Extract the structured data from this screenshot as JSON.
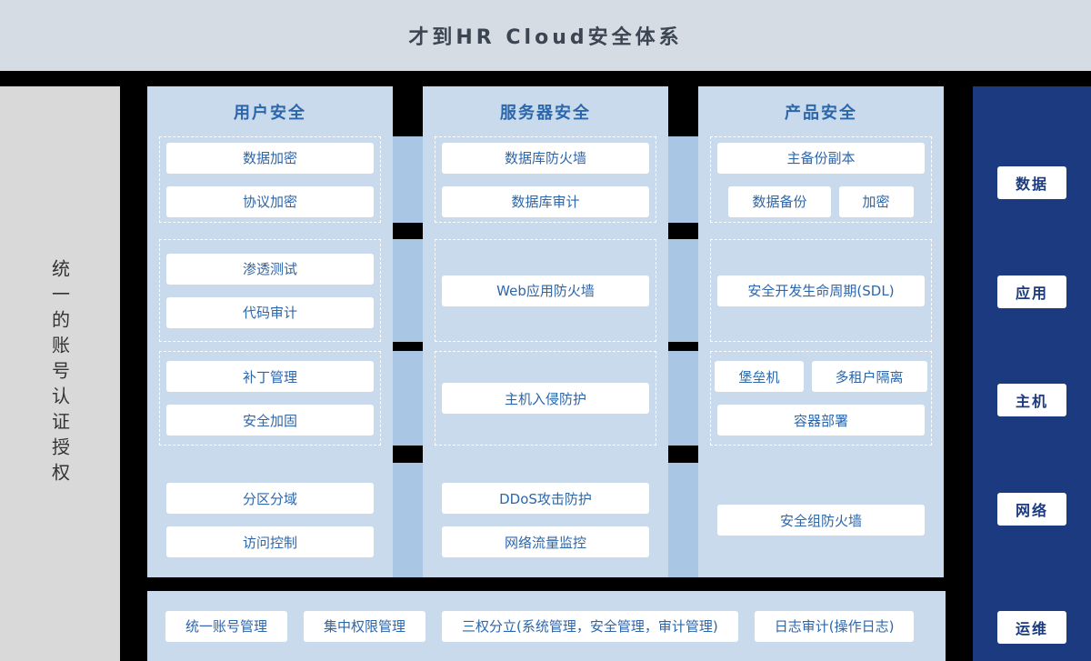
{
  "colors": {
    "page_bg": "#000000",
    "header_bg": "#d5dce4",
    "header_text": "#3c4552",
    "left_sidebar_bg": "#d9d9d9",
    "column_bg": "#c8daec",
    "connector": "#a9c7e4",
    "box_text": "#2c66ab",
    "navy": "#1b3a80"
  },
  "header": {
    "title": "才到HR Cloud安全体系"
  },
  "left_sidebar": {
    "label": "统一的账号认证授权"
  },
  "columns": [
    {
      "title": "用户安全",
      "groups": [
        {
          "dashed": true,
          "rows": [
            [
              "数据加密"
            ],
            [
              "协议加密"
            ]
          ]
        },
        {
          "dashed": true,
          "rows": [
            [
              "渗透测试"
            ],
            [
              "代码审计"
            ]
          ]
        },
        {
          "dashed": true,
          "rows": [
            [
              "补丁管理"
            ],
            [
              "安全加固"
            ]
          ]
        },
        {
          "dashed": false,
          "rows": [
            [
              "分区分域"
            ],
            [
              "访问控制"
            ]
          ]
        }
      ]
    },
    {
      "title": "服务器安全",
      "groups": [
        {
          "dashed": true,
          "rows": [
            [
              "数据库防火墙"
            ],
            [
              "数据库审计"
            ]
          ]
        },
        {
          "dashed": true,
          "rows": [
            [
              "Web应用防火墙"
            ]
          ]
        },
        {
          "dashed": true,
          "rows": [
            [
              "主机入侵防护"
            ]
          ]
        },
        {
          "dashed": false,
          "rows": [
            [
              "DDoS攻击防护"
            ],
            [
              "网络流量监控"
            ]
          ]
        }
      ]
    },
    {
      "title": "产品安全",
      "groups": [
        {
          "dashed": true,
          "rows": [
            [
              "主备份副本"
            ],
            [
              "数据备份",
              "加密"
            ]
          ]
        },
        {
          "dashed": true,
          "rows": [
            [
              "安全开发生命周期(SDL)"
            ]
          ]
        },
        {
          "dashed": true,
          "rows": [
            [
              "堡垒机",
              "多租户隔离"
            ],
            [
              "容器部署"
            ]
          ]
        },
        {
          "dashed": false,
          "rows": [
            [
              "安全组防火墙"
            ]
          ]
        }
      ]
    }
  ],
  "right_sidebar": {
    "items": [
      "数据",
      "应用",
      "主机",
      "网络",
      "运维"
    ]
  },
  "bottom_bar": {
    "items": [
      "统一账号管理",
      "集中权限管理",
      "三权分立(系统管理，安全管理，审计管理)",
      "日志审计(操作日志)"
    ]
  }
}
